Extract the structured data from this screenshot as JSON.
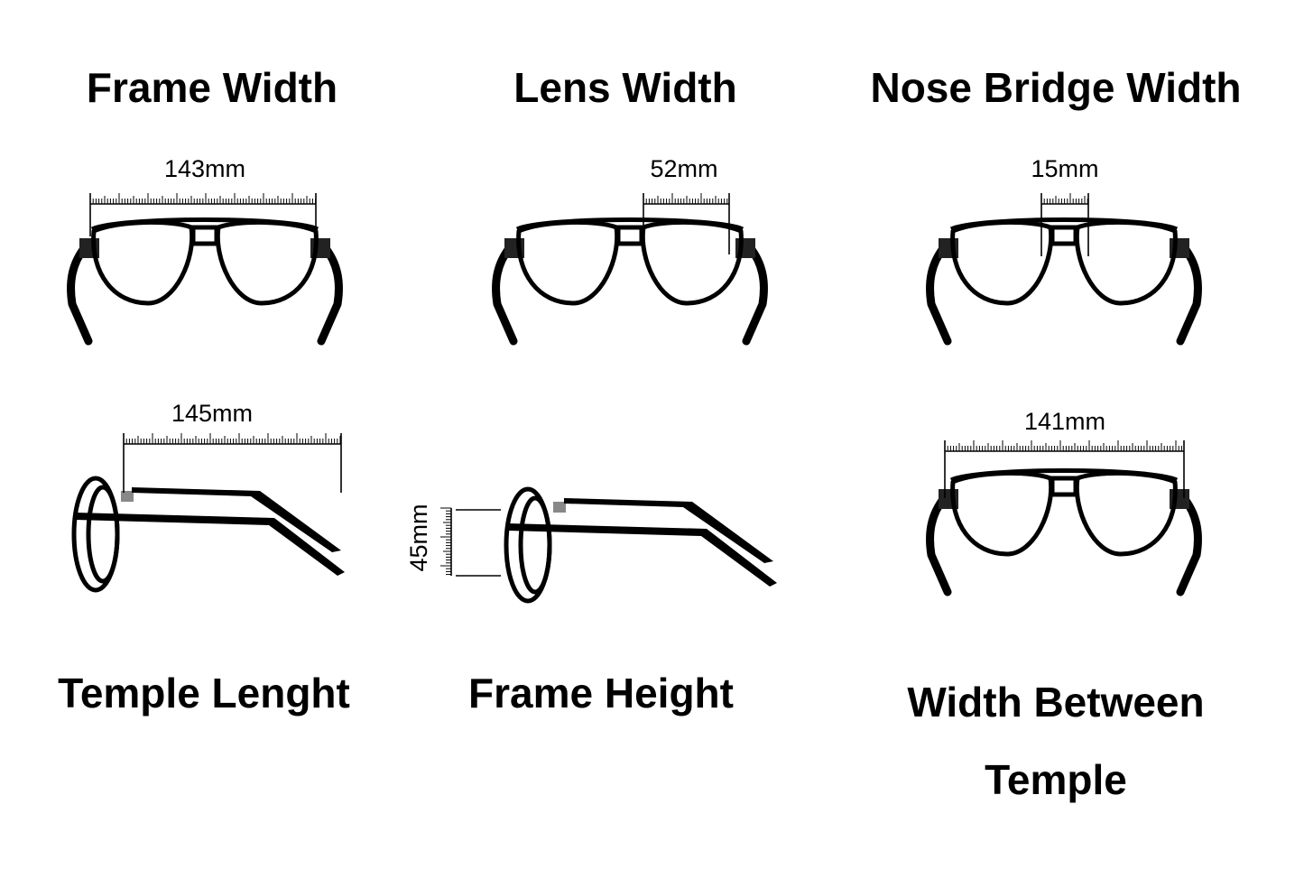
{
  "panels": [
    {
      "title": "Frame Width",
      "measurement": "143mm"
    },
    {
      "title": "Lens Width",
      "measurement": "52mm"
    },
    {
      "title": "Nose Bridge Width",
      "measurement": "15mm"
    },
    {
      "title": "Temple Lenght",
      "measurement": "145mm"
    },
    {
      "title": "Frame Height",
      "measurement": "45mm"
    },
    {
      "title_line1": "Width Between",
      "title_line2": "Temple",
      "measurement": "141mm"
    }
  ],
  "colors": {
    "background": "#ffffff",
    "ink": "#000000"
  }
}
